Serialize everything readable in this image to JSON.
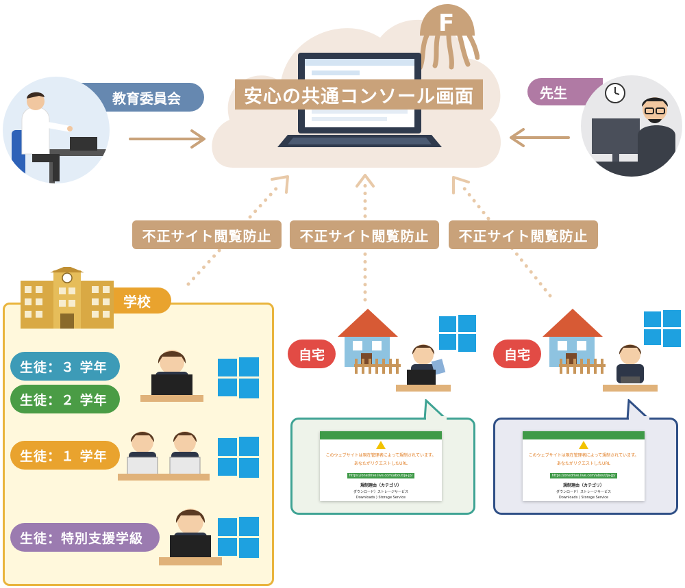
{
  "cloud": {
    "title": "安心の共通コンソール画面",
    "logo_letter": "F"
  },
  "left_top": {
    "label": "教育委員会"
  },
  "right_top": {
    "label": "先生"
  },
  "filters": [
    {
      "label": "不正サイト閲覧防止"
    },
    {
      "label": "不正サイト閲覧防止"
    },
    {
      "label": "不正サイト閲覧防止"
    }
  ],
  "school": {
    "label": "学校",
    "grades": [
      {
        "label": "生徒：３ 学年",
        "color": "#3d9bb7"
      },
      {
        "label": "生徒：２ 学年",
        "color": "#4a9c45"
      },
      {
        "label": "生徒：１ 学年",
        "color": "#e9a32e"
      },
      {
        "label": "生徒：特別支援学級",
        "color": "#9b7bb0"
      }
    ]
  },
  "homes": [
    {
      "label": "自宅"
    },
    {
      "label": "自宅"
    }
  ],
  "block_page": {
    "message": "このウェブサイトは現在管理者によって規制されています。",
    "requested": "あなたがリクエストしたURL",
    "url": "https://onedrive.live.com/about/ja-jp/",
    "reason_title": "規制理由（カテゴリ）",
    "reason_jp": "ダウンロード）ストレージサービス",
    "reason_en": "Downloads ) Storage Service"
  },
  "colors": {
    "tan": "#c9a27a",
    "cloud": "#f3e8df",
    "school_bg": "#fff8dc",
    "school_border": "#e9b43c",
    "windows_blue": "#1ea1e0",
    "home_red": "#e24b45",
    "bubble_green": "#3fa394",
    "bubble_navy": "#2f4f86"
  },
  "icons": [
    "arrow-right-icon",
    "arrow-left-icon",
    "arrow-up-dotted-icon",
    "windows-logo-icon",
    "house-icon",
    "school-building-icon",
    "laptop-icon",
    "warning-icon",
    "clock-icon"
  ]
}
